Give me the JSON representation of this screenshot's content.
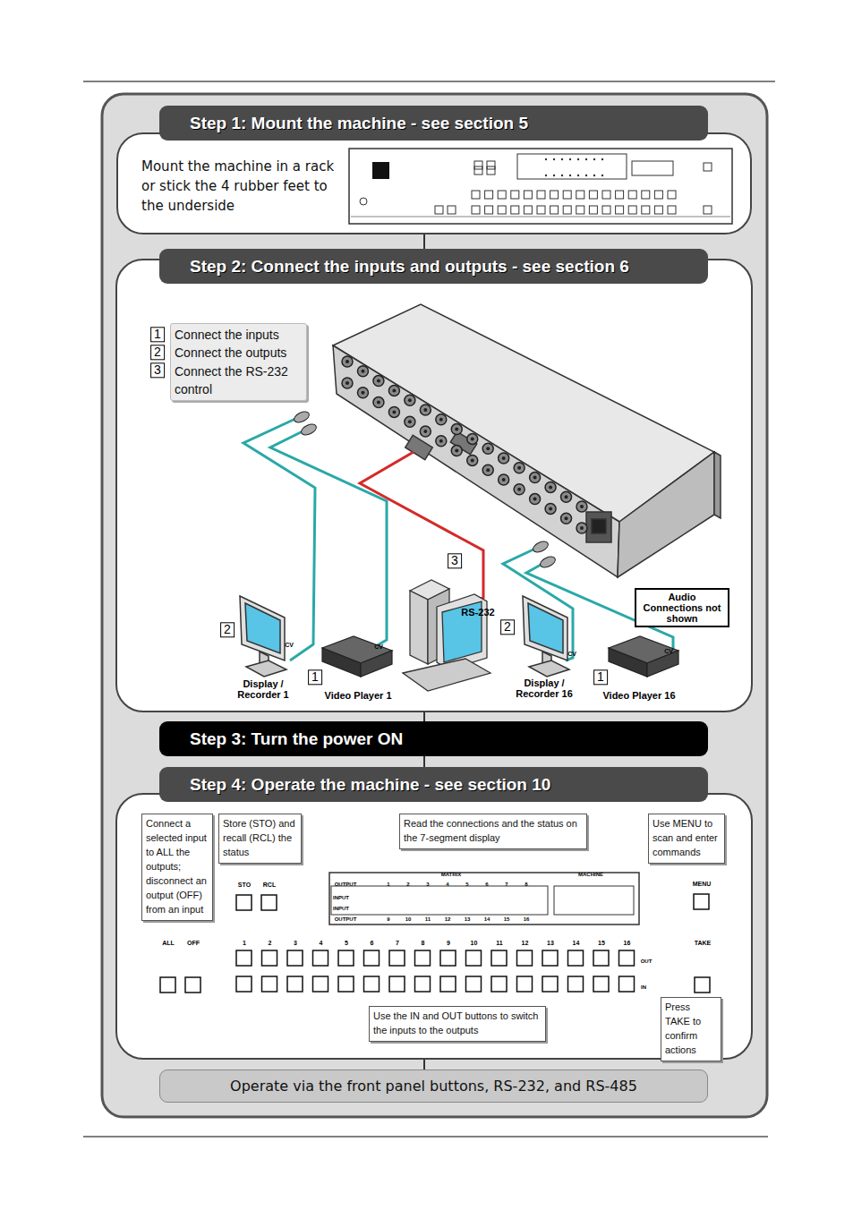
{
  "diagram": {
    "nodes": [
      {
        "text": [
          "Step 1: Mount the machine - see section 5"
        ]
      },
      {
        "text": [
          "Mount the machine in a rack or stick the 4 rubber feet to the underside"
        ]
      },
      {
        "text": [
          "Step 2: Connect the inputs and outputs - see section 6"
        ]
      },
      {
        "text": [
          "Connect the inputs",
          "Connect the outputs",
          "Connect the RS-232 control"
        ]
      },
      {
        "text": [
          "Audio Connections not shown"
        ]
      },
      {
        "text": [
          "Step 3: Turn the power ON"
        ]
      },
      {
        "text": [
          "Step 4: Operate the machine - see section 10"
        ]
      },
      {
        "text": [
          "Connect a selected input to ALL the outputs; disconnect an output (OFF) from an input"
        ]
      },
      {
        "text": [
          "Store (STO) and recall (RCL) the status"
        ]
      },
      {
        "text": [
          "Read the connections and the status on the 7-segment display"
        ]
      },
      {
        "text": [
          "Use MENU to scan and enter commands"
        ]
      },
      {
        "text": [
          "Use the IN and OUT buttons to switch the inputs to the outputs"
        ]
      },
      {
        "text": [
          "Press TAKE to confirm actions"
        ]
      },
      {
        "text": [
          "Operate via the front panel buttons, RS-232, and RS-485"
        ]
      }
    ],
    "labels": [
      "1",
      "2",
      "3",
      "3",
      "RS-232",
      "2",
      "CV",
      "Display / Recorder 1",
      "1",
      "CV",
      "Video Player 1",
      "2",
      "CV",
      "Display / Recorder 16",
      "1",
      "CV",
      "Video Player 16",
      "STO",
      "RCL",
      "OUTPUT",
      "INPUT",
      "INPUT",
      "OUTPUT",
      "MATRIX",
      "MACHINE",
      "MENU",
      "ALL",
      "OFF",
      "OUT",
      "IN",
      "TAKE",
      "1",
      "2",
      "3",
      "4",
      "5",
      "6",
      "7",
      "8",
      "9",
      "10",
      "11",
      "12",
      "13",
      "14",
      "15",
      "16",
      "1",
      "2",
      "3",
      "4",
      "5",
      "6",
      "7",
      "8",
      "9",
      "10",
      "11",
      "12",
      "13",
      "14",
      "15",
      "16"
    ]
  }
}
